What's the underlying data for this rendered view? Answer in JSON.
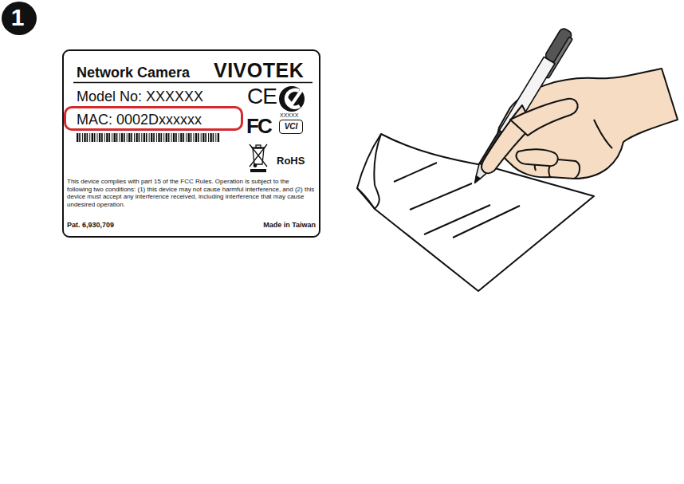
{
  "diagram": {
    "nodes": [
      {
        "text": [
          "1"
        ]
      },
      {
        "text": [
          "Network Camera",
          "VIVOTEK",
          "Model No: XXXXXX",
          "This device complies with part 15 of the FCC Rules. Operation is subject to the following two conditions: (1) this device may not cause harmful interference, and (2) this device must accept any interference received, including interference that may cause undesired operation.",
          "Pat. 6,930,709",
          "Made in Taiwan"
        ]
      },
      {
        "text": [
          "MAC: 0002Dxxxxxx"
        ],
        "in": 1
      }
    ],
    "labels": [
      "CE",
      "FC",
      "XXXXX",
      "VCI",
      "RoHS"
    ]
  }
}
